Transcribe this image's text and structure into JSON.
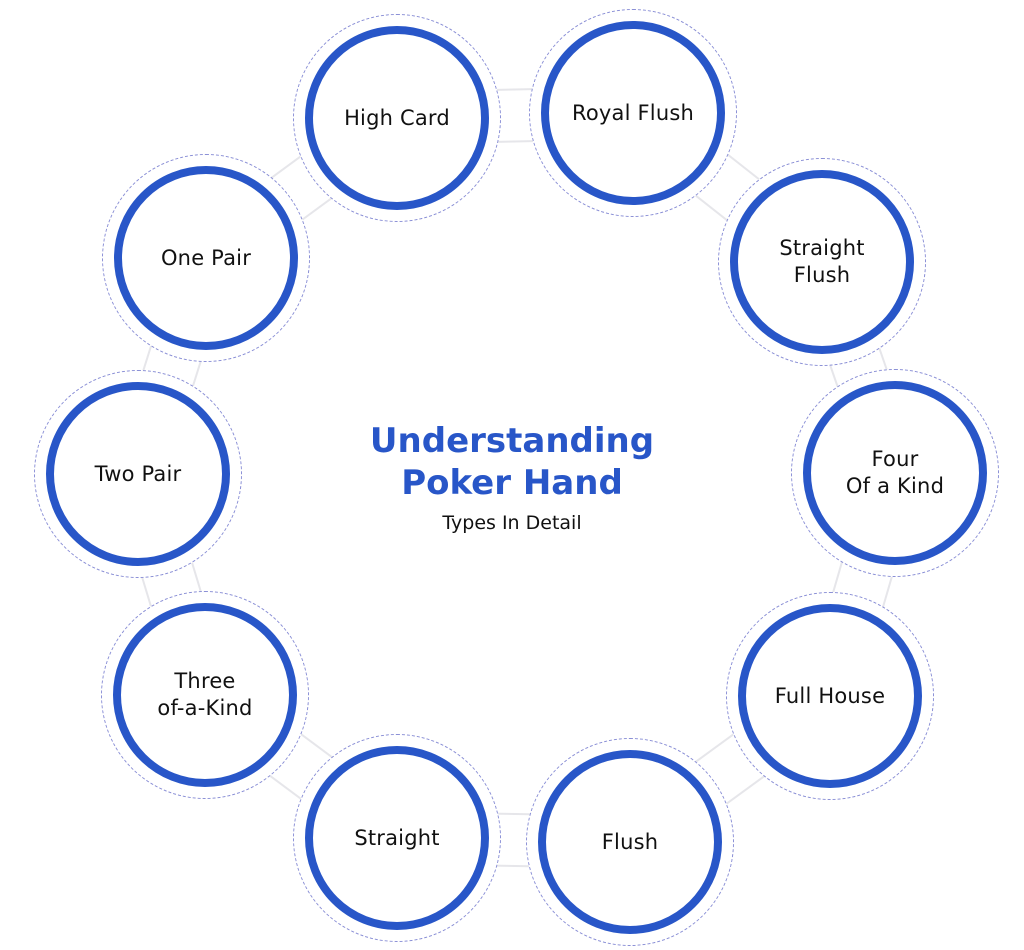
{
  "center": {
    "title": "Understanding\nPoker Hand",
    "subtitle": "Types In Detail"
  },
  "hands": [
    {
      "id": "high-card",
      "label": "High Card"
    },
    {
      "id": "royal-flush",
      "label": "Royal Flush"
    },
    {
      "id": "straight-flush",
      "label": "Straight\nFlush"
    },
    {
      "id": "four-of-a-kind",
      "label": "Four\nOf a Kind"
    },
    {
      "id": "full-house",
      "label": "Full House"
    },
    {
      "id": "flush",
      "label": "Flush"
    },
    {
      "id": "straight",
      "label": "Straight"
    },
    {
      "id": "three-of-a-kind",
      "label": "Three\nof-a-Kind"
    },
    {
      "id": "two-pair",
      "label": "Two Pair"
    },
    {
      "id": "one-pair",
      "label": "One Pair"
    }
  ],
  "colors": {
    "ring": "#2856c8",
    "title": "#2856c8",
    "text": "#111111",
    "connector": "#e6e6ea",
    "dashed_outline": "#8a8fd6"
  }
}
